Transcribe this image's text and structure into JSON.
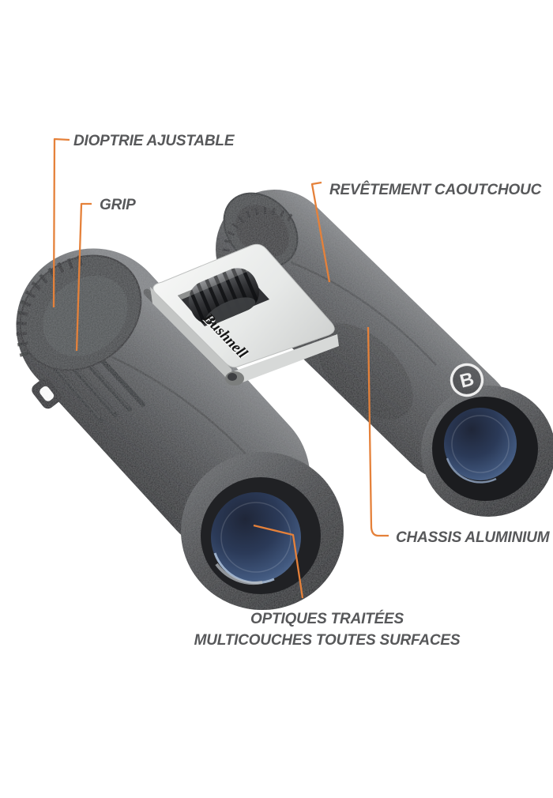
{
  "colors": {
    "accent": "#e5813a",
    "label-text": "#57585a",
    "page-bg": "#ffffff"
  },
  "product": {
    "brand_wordmark": "Bushnell",
    "badge_letter": "B"
  },
  "callouts": {
    "dioptrie": "DIOPTRIE AJUSTABLE",
    "grip": "GRIP",
    "revetement": "REVÊTEMENT CAOUTCHOUC",
    "chassis": "CHASSIS ALUMINIUM",
    "optiques_line1": "OPTIQUES TRAITÉES",
    "optiques_line2": "MULTICOUCHES TOUTES SURFACES"
  }
}
